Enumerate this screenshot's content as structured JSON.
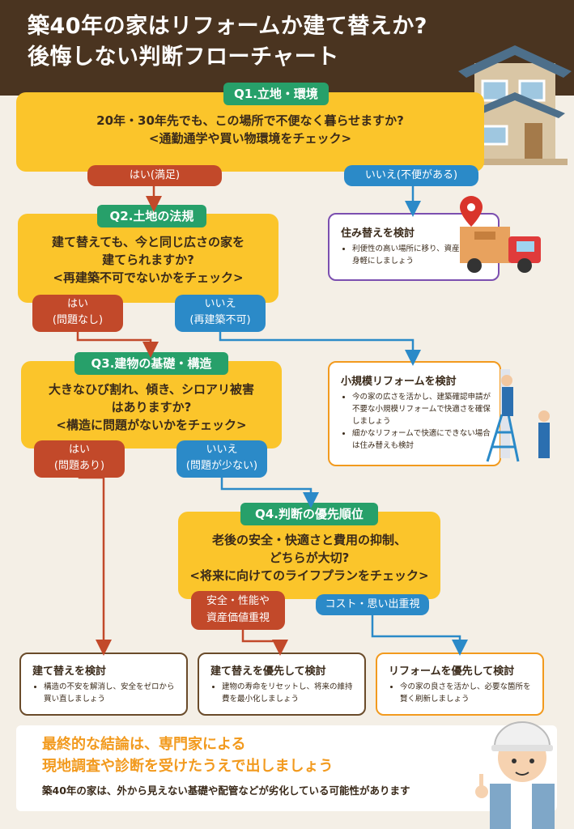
{
  "title": {
    "line1": "築40年の家はリフォームか建て替えか?",
    "line2": "後悔しない判断フローチャート"
  },
  "q1": {
    "label": "Q1.立地・環境",
    "line1": "20年・30年先でも、この場所で不便なく暮らせますか?",
    "line2": "<通勤通学や買い物環境をチェック>",
    "yes": "はい(満足)",
    "no": "いいえ(不便がある)"
  },
  "move_box": {
    "title": "住み替えを検討",
    "bullet1": "利便性の高い場所に移り、資産を身軽にしましょう"
  },
  "q2": {
    "label": "Q2.土地の法規",
    "line1": "建て替えても、今と同じ広さの家を",
    "line2": "建てられますか?",
    "line3": "<再建築不可でないかをチェック>",
    "yes1": "はい",
    "yes2": "(問題なし)",
    "no1": "いいえ",
    "no2": "(再建築不可)"
  },
  "small_reform_box": {
    "title": "小規模リフォームを検討",
    "bullet1": "今の家の広さを活かし、建築確認申請が不要な小規模リフォームで快適さを確保しましょう",
    "bullet2": "細かなリフォームで快適にできない場合は住み替えも検討"
  },
  "q3": {
    "label": "Q3.建物の基礎・構造",
    "line1": "大きなひび割れ、傾き、シロアリ被害",
    "line2": "はありますか?",
    "line3": "<構造に問題がないかをチェック>",
    "yes1": "はい",
    "yes2": "(問題あり)",
    "no1": "いいえ",
    "no2": "(問題が少ない)"
  },
  "q4": {
    "label": "Q4.判断の優先順位",
    "line1": "老後の安全・快適さと費用の抑制、",
    "line2": "どちらが大切?",
    "line3": "<将来に向けてのライフプランをチェック>",
    "opt_a1": "安全・性能や",
    "opt_a2": "資産価値重視",
    "opt_b": "コスト・思い出重視"
  },
  "result_rebuild": {
    "title": "建て替えを検討",
    "bullet1": "構造の不安を解消し、安全をゼロから買い直しましょう"
  },
  "result_rebuild_priority": {
    "title": "建て替えを優先して検討",
    "bullet1": "建物の寿命をリセットし、将来の維持費を最小化しましょう"
  },
  "result_reform_priority": {
    "title": "リフォームを優先して検討",
    "bullet1": "今の家の良さを活かし、必要な箇所を賢く刷新しましょう"
  },
  "conclusion": {
    "line1": "最終的な結論は、専門家による",
    "line2": "現地調査や診断を受けたうえで出しましょう",
    "sub": "築40年の家は、外から見えない基礎や配管などが劣化している可能性があります"
  },
  "colors": {
    "header_bg": "#4a3420",
    "question_yellow": "#fbc52b",
    "label_green": "#27a06a",
    "yes_red": "#c2492a",
    "no_blue": "#2b8ac8",
    "accent_orange": "#f29a1e",
    "accent_purple": "#7b4fb0"
  },
  "icons": [
    "house-illustration",
    "truck-illustration",
    "location-pin-icon",
    "ladder-workers-illustration",
    "helmet-worker-illustration"
  ]
}
